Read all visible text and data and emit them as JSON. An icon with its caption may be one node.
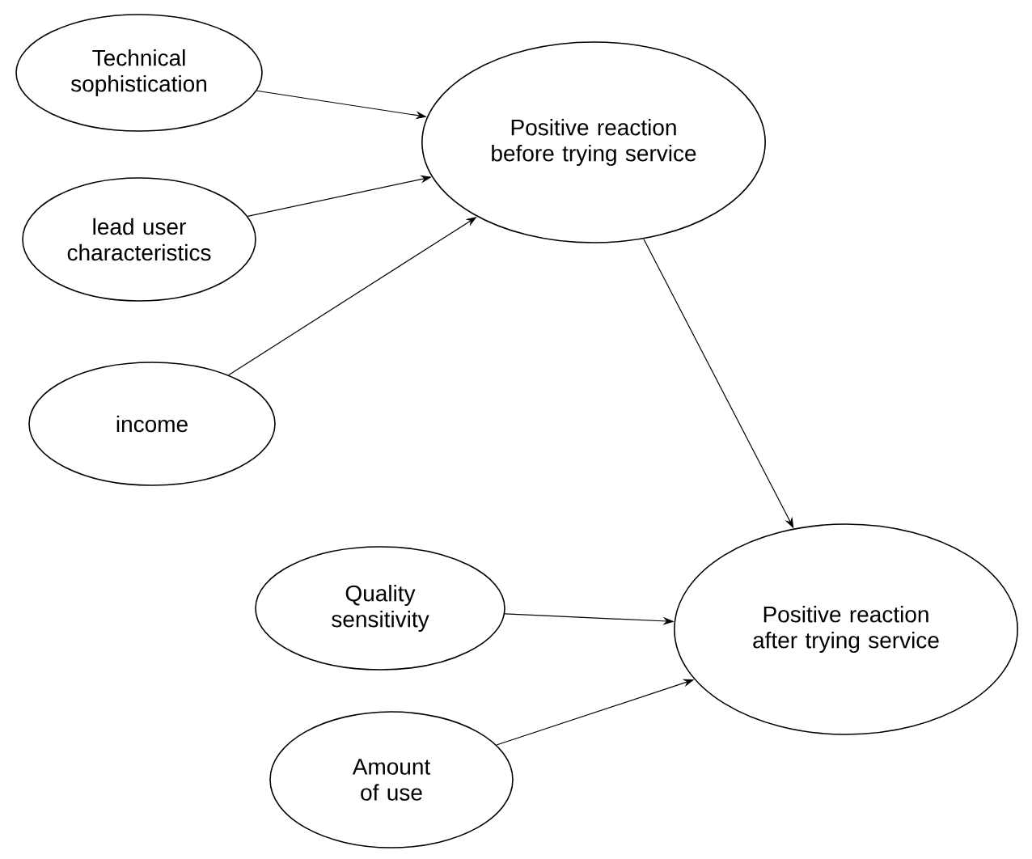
{
  "diagram": {
    "nodes": [
      {
        "text": [
          "Technical sophistication"
        ]
      },
      {
        "text": [
          "lead user characteristics"
        ]
      },
      {
        "text": [
          "income"
        ]
      },
      {
        "text": [
          "Positive reaction before trying service"
        ]
      },
      {
        "text": [
          "Quality sensitivity"
        ]
      },
      {
        "text": [
          "Positive reaction after trying service"
        ]
      },
      {
        "text": [
          "Amount of use"
        ]
      }
    ],
    "edges": [
      {
        "from": 0,
        "to": 3,
        "arrow": "to"
      },
      {
        "from": 1,
        "to": 3,
        "arrow": "to"
      },
      {
        "from": 2,
        "to": 3,
        "arrow": "to"
      },
      {
        "from": 3,
        "to": 5,
        "arrow": "to"
      },
      {
        "from": 4,
        "to": 5,
        "arrow": "to"
      },
      {
        "from": 6,
        "to": 5,
        "arrow": "to"
      }
    ]
  }
}
